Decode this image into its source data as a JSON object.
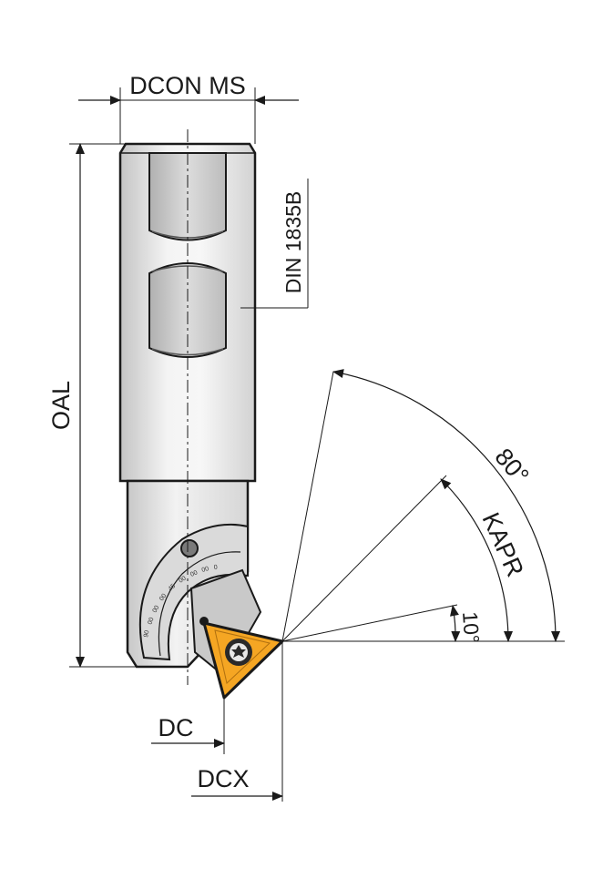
{
  "labels": {
    "dcon_ms": "DCON MS",
    "din": "DIN 1835B",
    "oal": "OAL",
    "angle_80": "80°",
    "kapr": "KAPR",
    "angle_10": "10°",
    "dc": "DC",
    "dcx": "DCX"
  },
  "scale_marks": [
    "90",
    "00",
    "00",
    "00",
    "45",
    "00",
    "00",
    "00",
    "0"
  ],
  "colors": {
    "insert": "#f5a623",
    "body_light": "#efefef",
    "body_dark": "#b9b9b9",
    "line": "#1a1a1a"
  }
}
